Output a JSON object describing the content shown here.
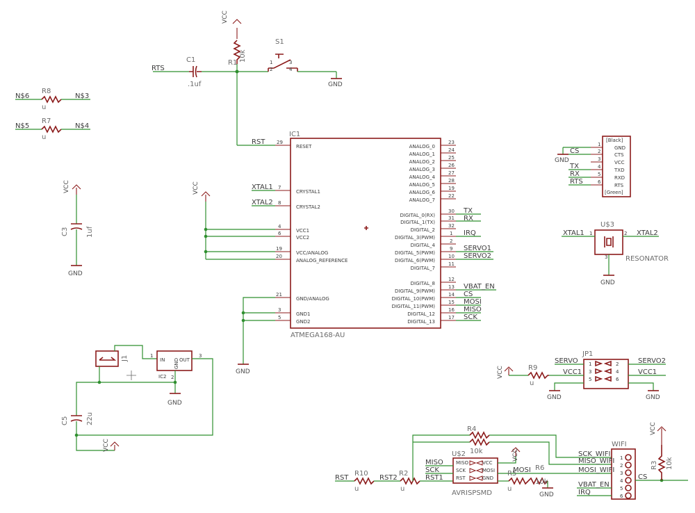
{
  "ic1": {
    "ref": "IC1",
    "value": "ATMEGA168-AU",
    "left_pins": [
      {
        "label": "RESET",
        "num": "29"
      },
      {
        "label": "CRYSTAL1",
        "num": "7"
      },
      {
        "label": "CRYSTAL2",
        "num": "8"
      },
      {
        "label": "VCC1",
        "num": "4"
      },
      {
        "label": "VCC2",
        "num": "6"
      },
      {
        "label": "VCC/ANALOG",
        "num": "19"
      },
      {
        "label": "ANALOG_REFERENCE",
        "num": "20"
      },
      {
        "label": "GND/ANALOG",
        "num": "21"
      },
      {
        "label": "GND1",
        "num": "3"
      },
      {
        "label": "GND2",
        "num": "5"
      }
    ],
    "right_pins": [
      {
        "label": "ANALOG_0",
        "num": "23"
      },
      {
        "label": "ANALOG_1",
        "num": "24"
      },
      {
        "label": "ANALOG_2",
        "num": "25"
      },
      {
        "label": "ANALOG_3",
        "num": "26"
      },
      {
        "label": "ANALOG_4",
        "num": "27"
      },
      {
        "label": "ANALOG_5",
        "num": "28"
      },
      {
        "label": "ANALOG_6",
        "num": "19"
      },
      {
        "label": "ANALOG_7",
        "num": "22"
      },
      {
        "label": "DIGITAL_0(RX)",
        "num": "30"
      },
      {
        "label": "DIGITAL_1(TX)",
        "num": "31"
      },
      {
        "label": "DIGITAL_2",
        "num": "32"
      },
      {
        "label": "DIGITAL_3(PWM)",
        "num": "1"
      },
      {
        "label": "DIGITAL_4",
        "num": "2"
      },
      {
        "label": "DIGITAL_5(PWM)",
        "num": "9"
      },
      {
        "label": "DIGITAL_6(PWM)",
        "num": "10"
      },
      {
        "label": "DIGITAL_7",
        "num": "11"
      },
      {
        "label": "DIGITAL_8",
        "num": "12"
      },
      {
        "label": "DIGITAL_9(PWM)",
        "num": "13"
      },
      {
        "label": "DIGITAL_10(PWM)",
        "num": "14"
      },
      {
        "label": "DIGITAL_11(PWM)",
        "num": "15"
      },
      {
        "label": "DIGITAL_12",
        "num": "16"
      },
      {
        "label": "DIGITAL_13",
        "num": "17"
      }
    ],
    "left_nets": {
      "rst": "RST",
      "xtal1": "XTAL1",
      "xtal2": "XTAL2"
    },
    "right_nets": {
      "tx": "TX",
      "rx": "RX",
      "irq": "IRQ",
      "servo1": "SERVO1",
      "servo2": "SERVO2",
      "vbat": "VBAT_EN",
      "cs": "CS",
      "mosi": "MOSI",
      "miso": "MISO",
      "sck": "SCK"
    }
  },
  "power": {
    "vcc": "VCC",
    "gnd": "GND"
  },
  "reset": {
    "c1_ref": "C1",
    "c1_val": ".1uf",
    "r1_ref": "R1",
    "r1_val": "10k",
    "s1_ref": "S1",
    "rts": "RTS",
    "s1_pins": [
      "1",
      "2",
      "3",
      "4"
    ]
  },
  "resistors_topleft": {
    "r8": "R8",
    "r8_val": "u",
    "r8_left": "N$6",
    "r8_right": "N$3",
    "r7": "R7",
    "r7_val": "u",
    "r7_left": "N$5",
    "r7_right": "N$4"
  },
  "c3": {
    "ref": "C3",
    "val": "1uf"
  },
  "regulator": {
    "j1": "J1",
    "ic2": "IC2",
    "in": "IN",
    "out": "OUT",
    "gnd": "GND",
    "pins": [
      "1",
      "2",
      "3"
    ],
    "c5": "C5",
    "c5_val": "22u"
  },
  "ftdi": {
    "top": "[Black]",
    "bottom": "[Green]",
    "pins": [
      {
        "num": "1",
        "name": "GND",
        "net": ""
      },
      {
        "num": "2",
        "name": "CTS",
        "net": "CS"
      },
      {
        "num": "3",
        "name": "VCC",
        "net": ""
      },
      {
        "num": "4",
        "name": "TXD",
        "net": "TX"
      },
      {
        "num": "5",
        "name": "RXD",
        "net": "RX"
      },
      {
        "num": "6",
        "name": "RTS",
        "net": "RTS"
      }
    ]
  },
  "resonator": {
    "ref": "U$3",
    "val": "RESONATOR",
    "xtal1": "XTAL1",
    "xtal2": "XTAL2",
    "pins": [
      "1",
      "2",
      "3"
    ]
  },
  "jp1": {
    "ref": "JP1",
    "r9": "R9",
    "r9_val": "u",
    "left_nets": [
      "SERVO",
      "VCC1"
    ],
    "right_nets": [
      "SERVO2",
      "VCC1"
    ],
    "pins": [
      "1",
      "2",
      "3",
      "4",
      "5",
      "6"
    ]
  },
  "isp": {
    "ref": "U$2",
    "val": "AVRISPSMD",
    "pins_left": [
      "MISO",
      "SCK",
      "RST"
    ],
    "pins_right": [
      "VCC",
      "MOSI",
      "GND"
    ],
    "nets_left": [
      "MISO",
      "SCK",
      "RST1"
    ],
    "mosi": "MOSI",
    "rst": "RST",
    "rst2": "RST2",
    "r10": "R10",
    "r2": "R2",
    "r4": "R4",
    "r4_val": "10k",
    "r6": "R6",
    "r6_val": "10k",
    "r_val": "u",
    "r5": "R5"
  },
  "wifi": {
    "ref": "WIFI",
    "nets": [
      "SCK_WIFI",
      "MISO_WIFI",
      "MOSI_WIFI",
      "",
      "VBAT_EN",
      "IRQ"
    ],
    "pins": [
      "1",
      "2",
      "3",
      "4",
      "5",
      "6"
    ],
    "cs": "CS",
    "r3": "R3",
    "r3_val": "10k"
  }
}
